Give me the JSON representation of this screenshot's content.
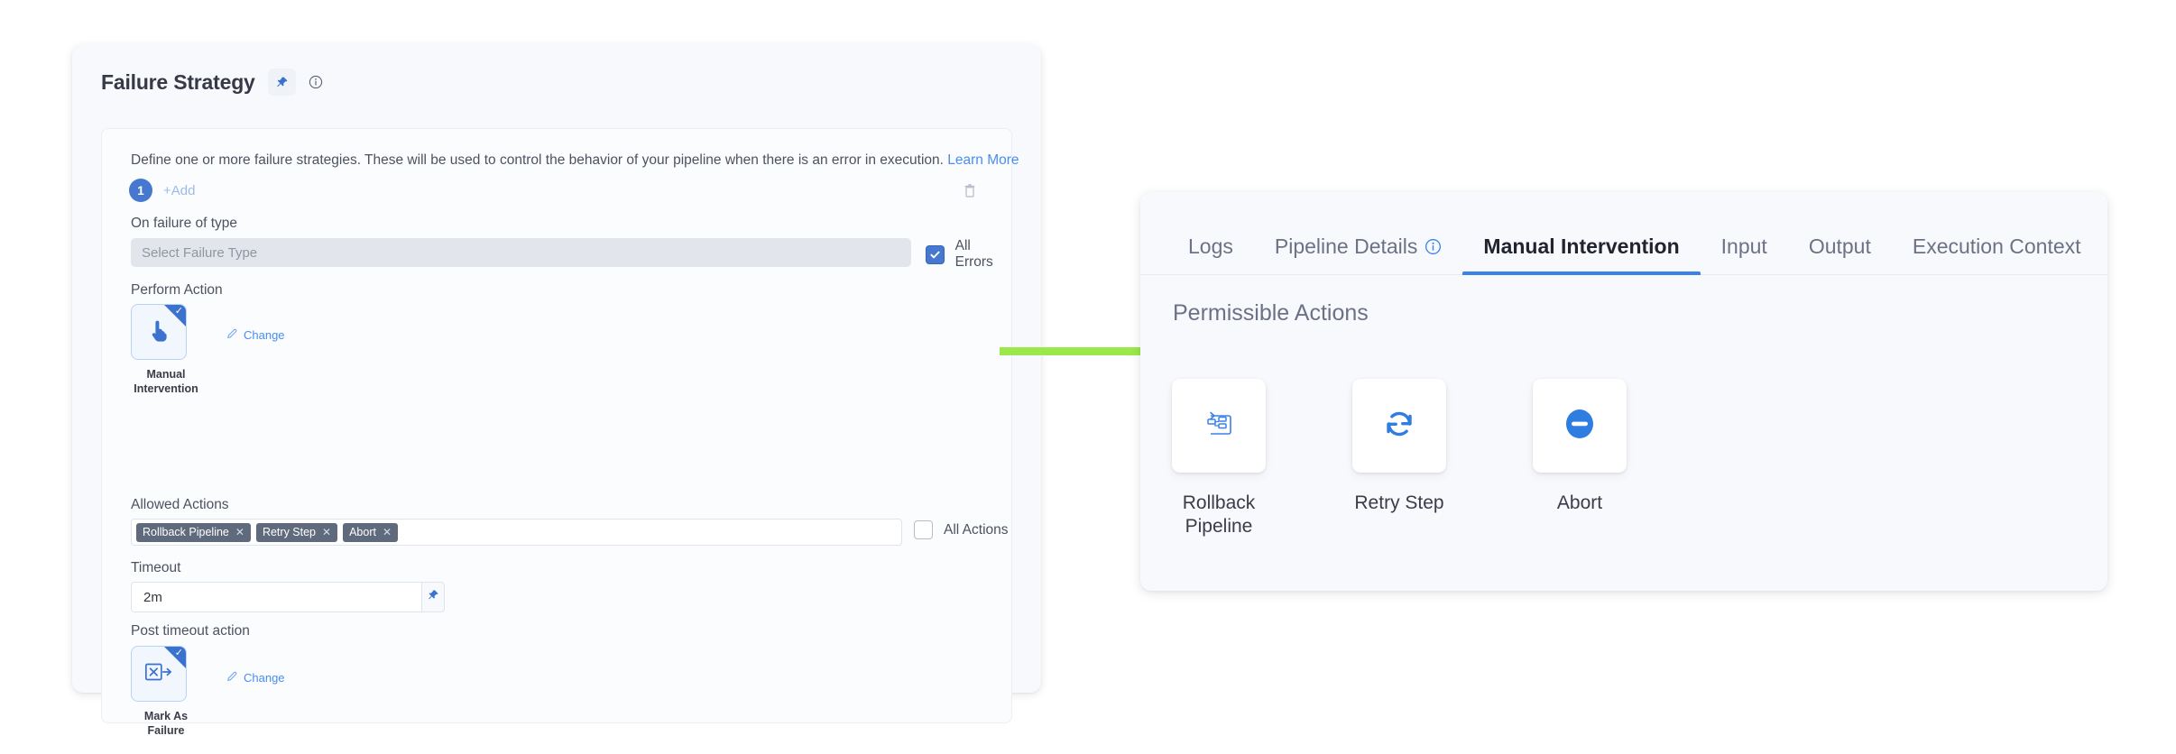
{
  "left_panel": {
    "title": "Failure Strategy",
    "pin_icon": "pin-icon",
    "info_icon": "info-circle-icon",
    "description": "Define one or more failure strategies. These will be used to control the behavior of your pipeline when there is an error in execution.",
    "learn_more": "Learn More",
    "strategy_number": "1",
    "add_label": "+Add",
    "delete_icon": "trash-icon",
    "fields": {
      "on_failure_label": "On failure of type",
      "failure_type_placeholder": "Select Failure Type",
      "all_errors_label": "All Errors",
      "all_errors_checked": true,
      "perform_action_label": "Perform Action",
      "perform_action_tile": {
        "icon": "pointing-hand-icon",
        "caption": "Manual Intervention",
        "selected": true,
        "change_label": "Change"
      },
      "allowed_actions_label": "Allowed Actions",
      "allowed_actions_tags": [
        "Rollback Pipeline",
        "Retry Step",
        "Abort"
      ],
      "all_actions_label": "All Actions",
      "all_actions_checked": false,
      "timeout_label": "Timeout",
      "timeout_value": "2m",
      "timeout_pin_icon": "pin-icon",
      "post_timeout_label": "Post timeout action",
      "post_timeout_tile": {
        "icon": "mark-as-failure-icon",
        "caption": "Mark As Failure",
        "selected": true,
        "change_label": "Change"
      }
    }
  },
  "connector": {
    "type": "arrow-right",
    "color": "#9ae84a"
  },
  "right_panel": {
    "tabs": [
      {
        "label": "Logs",
        "active": false,
        "has_info": false
      },
      {
        "label": "Pipeline Details",
        "active": false,
        "has_info": true
      },
      {
        "label": "Manual Intervention",
        "active": true,
        "has_info": false
      },
      {
        "label": "Input",
        "active": false,
        "has_info": false
      },
      {
        "label": "Output",
        "active": false,
        "has_info": false
      },
      {
        "label": "Execution Context",
        "active": false,
        "has_info": false
      }
    ],
    "section_title": "Permissible Actions",
    "action_cards": [
      {
        "label": "Rollback Pipeline",
        "icon": "rollback-pipeline-icon"
      },
      {
        "label": "Retry Step",
        "icon": "retry-step-icon"
      },
      {
        "label": "Abort",
        "icon": "abort-icon"
      }
    ]
  },
  "colors": {
    "accent_blue": "#3b82e8",
    "tag_gray": "#5f6a7d",
    "arrow_green": "#9ae84a"
  }
}
